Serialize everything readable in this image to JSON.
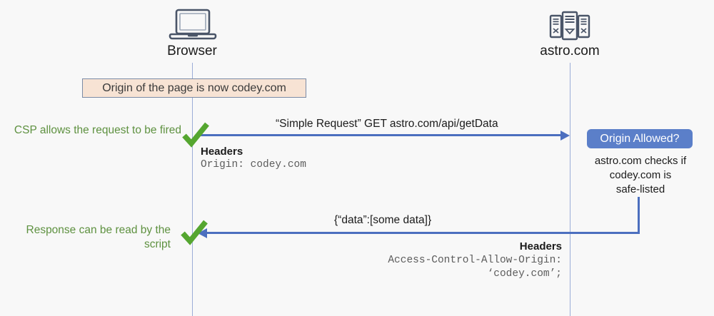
{
  "diagram": {
    "title_browser": "Browser",
    "title_server": "astro.com",
    "icons": {
      "browser": "laptop-icon",
      "server": "server-rack-icon",
      "check": "green-checkmark-icon"
    },
    "note": {
      "text": "Origin of the page is now codey.com"
    },
    "request": {
      "label": "“Simple Request” GET astro.com/api/getData",
      "headers_title": "Headers",
      "headers_value": "Origin: codey.com",
      "annotation": "CSP allows the request to be fired"
    },
    "decision": {
      "badge": "Origin Allowed?",
      "description_line1": "astro.com checks if",
      "description_line2": "codey.com is",
      "description_line3": "safe-listed"
    },
    "response": {
      "label": "{“data”:[some data]}",
      "headers_title": "Headers",
      "headers_value_line1": "Access-Control-Allow-Origin:",
      "headers_value_line2": "‘codey.com’;",
      "annotation_line1": "Response can be read by the",
      "annotation_line2": "script"
    },
    "colors": {
      "background": "#f8f8f8",
      "arrow_blue": "#4c6fbf",
      "lifeline_blue": "#9badd8",
      "badge_blue": "#5b7fc9",
      "note_fill": "#f7e3d4",
      "note_border": "#7b8ba6",
      "check_green": "#55a630",
      "annotation_green": "#5e9140",
      "icon_slate": "#4a5568",
      "mono_gray": "#5c5c5c"
    }
  }
}
